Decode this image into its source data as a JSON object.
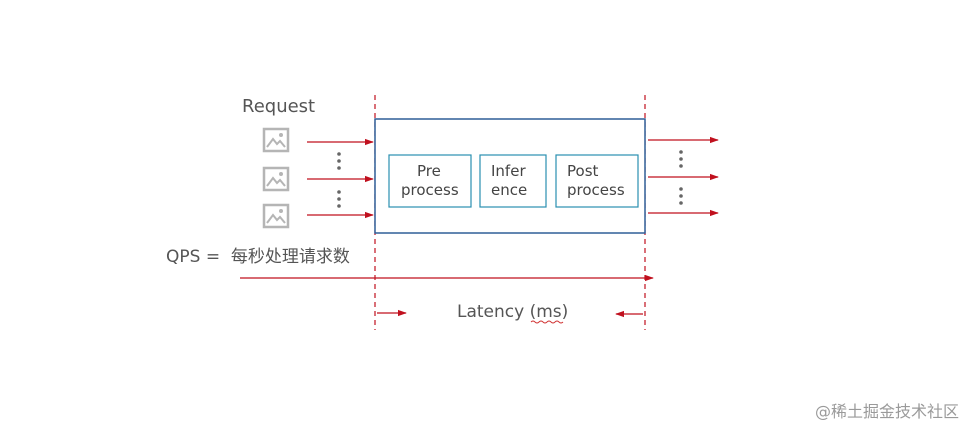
{
  "labels": {
    "request": "Request",
    "qps": "QPS =  每秒处理请求数",
    "latency": "Latency (ms)"
  },
  "stages": [
    {
      "line1": "Pre",
      "line2": "process"
    },
    {
      "line1": "Infer",
      "line2": "ence"
    },
    {
      "line1": "Post",
      "line2": "process"
    }
  ],
  "watermark": "@稀土掘金技术社区",
  "colors": {
    "arrow": "#c0101e",
    "frame": "#2f5f97",
    "stage": "#2a8fb0",
    "image_icon": "#b5b5b5"
  },
  "icons": [
    "image-icon",
    "image-icon",
    "image-icon"
  ]
}
